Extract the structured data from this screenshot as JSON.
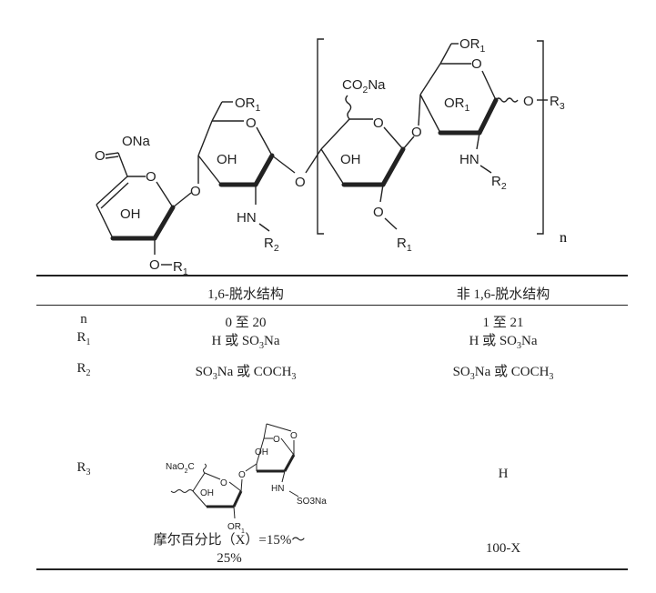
{
  "structure": {
    "labels": {
      "ona": "ONa",
      "o": "O",
      "oh": "OH",
      "r1": "R1",
      "or1": "OR1",
      "hn": "HN",
      "r2": "R2",
      "co2na": "CO2Na",
      "r3": "R3",
      "n": "n"
    }
  },
  "table": {
    "headers": [
      "",
      "1,6-脱水结构",
      "非 1,6-脱水结构"
    ],
    "rows": [
      {
        "label": "n",
        "col1": "0 至 20",
        "col2": "1 至 21"
      },
      {
        "label": "R1",
        "col1": "H 或 SO3Na",
        "col2": "H 或 SO3Na"
      },
      {
        "label": "R2",
        "col1": "SO3Na 或 COCH3",
        "col2": "SO3Na 或 COCH3"
      },
      {
        "label": "R3",
        "col1_structure_labels": {
          "nao2c": "NaO2C",
          "oh": "OH",
          "o": "O",
          "or1": "OR1",
          "hn": "HN",
          "so3na": "SO3Na"
        },
        "col2": "H"
      },
      {
        "label": "",
        "col1": "摩尔百分比（X）=15%～25%",
        "col1_line1": "摩尔百分比（X）=15%～",
        "col1_line2": "25%",
        "col2": "100-X"
      }
    ]
  }
}
